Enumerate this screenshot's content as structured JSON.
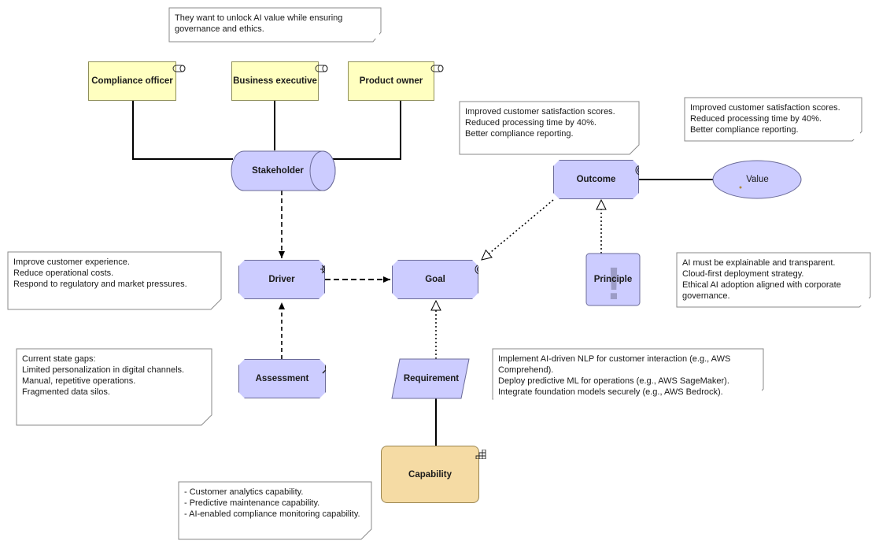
{
  "elements": {
    "compliance_officer": "Compliance officer",
    "business_executive": "Business executive",
    "product_owner": "Product owner",
    "stakeholder": "Stakeholder",
    "driver": "Driver",
    "assessment": "Assessment",
    "goal": "Goal",
    "requirement": "Requirement",
    "capability": "Capability",
    "outcome": "Outcome",
    "value": "Value",
    "principle": "Principle"
  },
  "notes": {
    "stakeholder_note": [
      "They want to unlock AI value while ensuring",
      "governance and ethics."
    ],
    "driver_note": [
      "Improve customer experience.",
      "Reduce operational costs.",
      "Respond to regulatory and market pressures."
    ],
    "assessment_note": [
      "Current state gaps:",
      "Limited personalization in digital channels.",
      "Manual, repetitive operations.",
      "Fragmented data silos."
    ],
    "capability_note": [
      "- Customer analytics capability.",
      "- Predictive maintenance capability.",
      "- AI-enabled compliance monitoring capability."
    ],
    "requirement_note": [
      "Implement AI-driven NLP for customer interaction (e.g., AWS",
      "Comprehend).",
      "Deploy predictive ML for operations (e.g., AWS SageMaker).",
      "Integrate foundation models securely (e.g., AWS Bedrock)."
    ],
    "outcome_note": [
      "Improved customer satisfaction scores.",
      "Reduced processing time by 40%.",
      "Better compliance reporting."
    ],
    "value_note": [
      "Improved customer satisfaction scores.",
      "Reduced processing time by 40%.",
      "Better compliance reporting."
    ],
    "principle_note": [
      "AI must be explainable and transparent.",
      "Cloud-first deployment strategy.",
      "Ethical AI adoption aligned with corporate",
      "governance."
    ]
  },
  "colors": {
    "actor_fill": "#ffffc0",
    "motivation_fill": "#ccccff",
    "capability_fill": "#f5dba4",
    "line": "#000000"
  },
  "icons": {
    "actor": "role-icon",
    "driver": "driver-wheel-icon",
    "goal": "target-icon",
    "outcome": "target-arrow-icon",
    "assessment": "magnifier-icon",
    "capability": "capability-steps-icon",
    "principle": "exclamation-icon"
  }
}
